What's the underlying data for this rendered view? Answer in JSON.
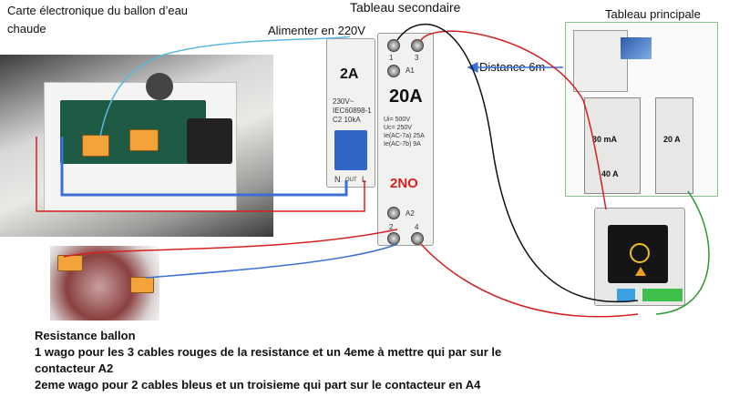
{
  "labels": {
    "board_title_line1": "Carte électronique du ballon d’eau",
    "board_title_line2": "chaude",
    "secondary_panel": "Tableau secondaire",
    "main_panel": "Tableau principale",
    "power_label": "Alimenter en 220V",
    "distance_label": "Distance 6m"
  },
  "breaker": {
    "rating": "2A",
    "spec_lines": [
      "230V~",
      "IEC60898-1",
      "C2 10kA"
    ],
    "terminal_n": "N",
    "terminal_out": "OUT",
    "terminal_l": "L"
  },
  "contactor": {
    "terminal_top_left": "1",
    "terminal_top_right": "3",
    "coil_a1": "A1",
    "rating": "20A",
    "spec_lines": [
      "Ui=  500V",
      "Uc=  250V",
      "Ie(AC-7a) 25A",
      "Ie(AC-7b) 9A"
    ],
    "type": "2NO",
    "coil_a2": "A2",
    "terminal_bottom_left": "2",
    "terminal_bottom_right": "4"
  },
  "main_panel_modules": {
    "diff_rating": "30 mA",
    "diff_current": "40 A",
    "breaker_rating": "20 A"
  },
  "bottom_block": {
    "line_title": "Resistance ballon",
    "line_1": "1 wago pour  les 3 cables rouges de la resistance et un 4eme à mettre qui par sur le",
    "line_2": "contacteur A2",
    "line_3": "2eme wago pour 2 cables bleus et un troisieme qui part sur le contacteur en A4"
  },
  "colors": {
    "red_wire": "#d42020",
    "blue_wire": "#3a6fd6",
    "cyan_wire": "#5ab8e0",
    "green_wire": "#2a9a2a",
    "black_wire": "#111111",
    "contactor_type_red": "#d42020"
  }
}
